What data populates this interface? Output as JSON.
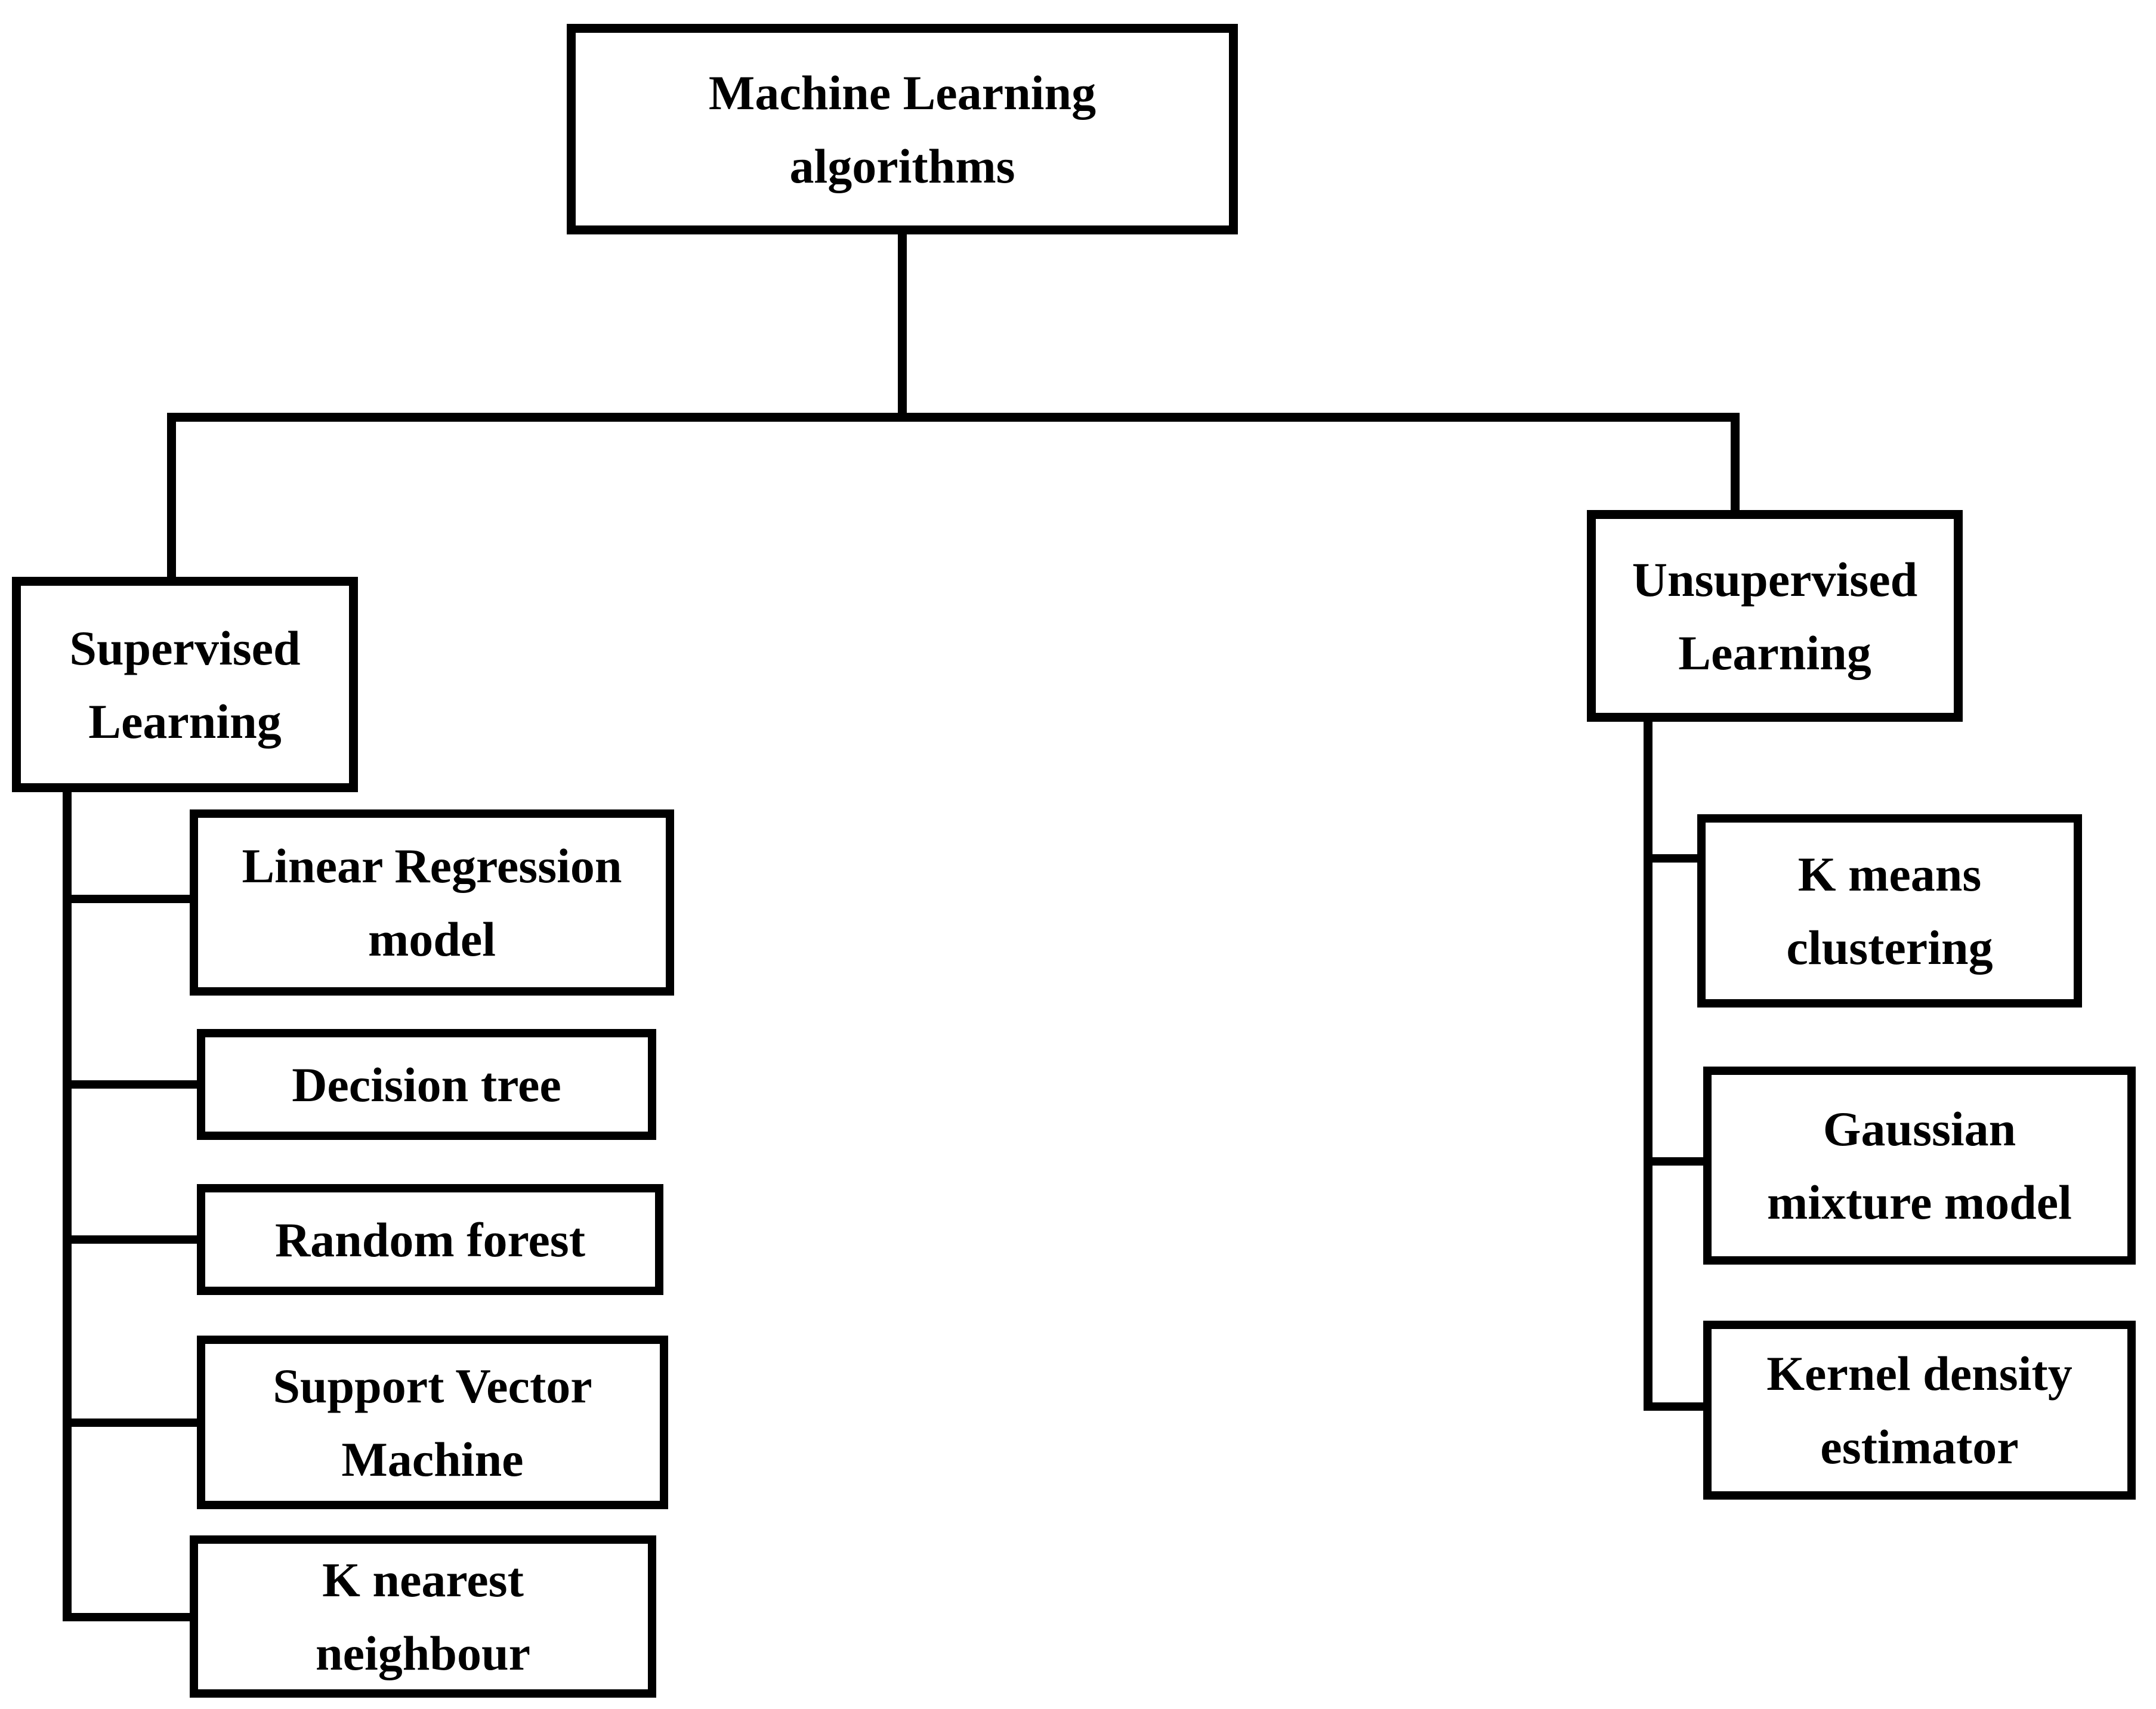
{
  "diagram": {
    "type": "hierarchy-flowchart",
    "background_color": "#ffffff",
    "line_color": "#000000",
    "text_color": "#000000",
    "nodes": {
      "root": {
        "label": "Machine Learning\nalgorithms"
      },
      "supervised": {
        "label": "Supervised\nLearning"
      },
      "unsupervised": {
        "label": "Unsupervised\nLearning"
      },
      "linear_regression": {
        "label": "Linear Regression\nmodel"
      },
      "decision_tree": {
        "label": "Decision tree"
      },
      "random_forest": {
        "label": "Random forest"
      },
      "support_vector_machine": {
        "label": "Support Vector\nMachine"
      },
      "k_nearest_neighbour": {
        "label": "K nearest\nneighbour"
      },
      "k_means_clustering": {
        "label": "K means\nclustering"
      },
      "gaussian_mixture_model": {
        "label": "Gaussian\nmixture model"
      },
      "kernel_density_estimator": {
        "label": "Kernel density\nestimator"
      }
    },
    "edges": [
      {
        "from": "root",
        "to": "supervised"
      },
      {
        "from": "root",
        "to": "unsupervised"
      },
      {
        "from": "supervised",
        "to": "linear_regression"
      },
      {
        "from": "supervised",
        "to": "decision_tree"
      },
      {
        "from": "supervised",
        "to": "random_forest"
      },
      {
        "from": "supervised",
        "to": "support_vector_machine"
      },
      {
        "from": "supervised",
        "to": "k_nearest_neighbour"
      },
      {
        "from": "unsupervised",
        "to": "k_means_clustering"
      },
      {
        "from": "unsupervised",
        "to": "gaussian_mixture_model"
      },
      {
        "from": "unsupervised",
        "to": "kernel_density_estimator"
      }
    ]
  }
}
